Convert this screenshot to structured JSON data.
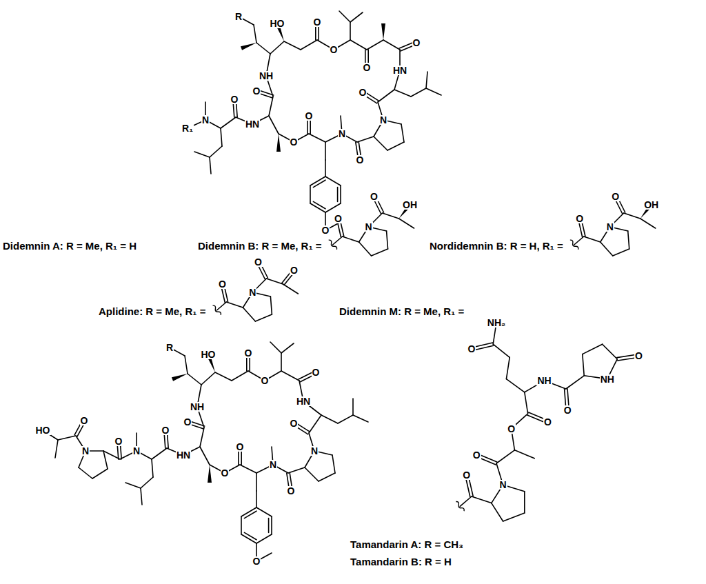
{
  "diagram": {
    "labels": [
      "R",
      "HO",
      "O",
      "O",
      "O",
      "O",
      "HN",
      "O",
      "N",
      "O",
      "N",
      "O",
      "O",
      "O",
      "O",
      "NH",
      "HN",
      "O",
      "N",
      "R₁",
      "Didemnin A: R = Me, R₁ = H",
      "Didemnin B: R = Me, R₁ =",
      "O",
      "N",
      "O",
      "OH",
      "Nordidemnin B: R = H, R₁ =",
      "O",
      "N",
      "O",
      "OH",
      "Aplidine: R = Me, R₁ =",
      "O",
      "N",
      "O",
      "O",
      "Didemnin M: R = Me, R₁ =",
      "O",
      "N",
      "O",
      "O",
      "O",
      "NH",
      "O",
      "O",
      "NH",
      "NH₂",
      "O",
      "R",
      "HO",
      "O",
      "O",
      "O",
      "HN",
      "O",
      "N",
      "O",
      "N",
      "O",
      "O",
      "O",
      "O",
      "NH",
      "HN",
      "O",
      "N",
      "O",
      "N",
      "O",
      "HO",
      "Tamandarin A: R = CH₃",
      "Tamandarin B: R = H"
    ]
  }
}
